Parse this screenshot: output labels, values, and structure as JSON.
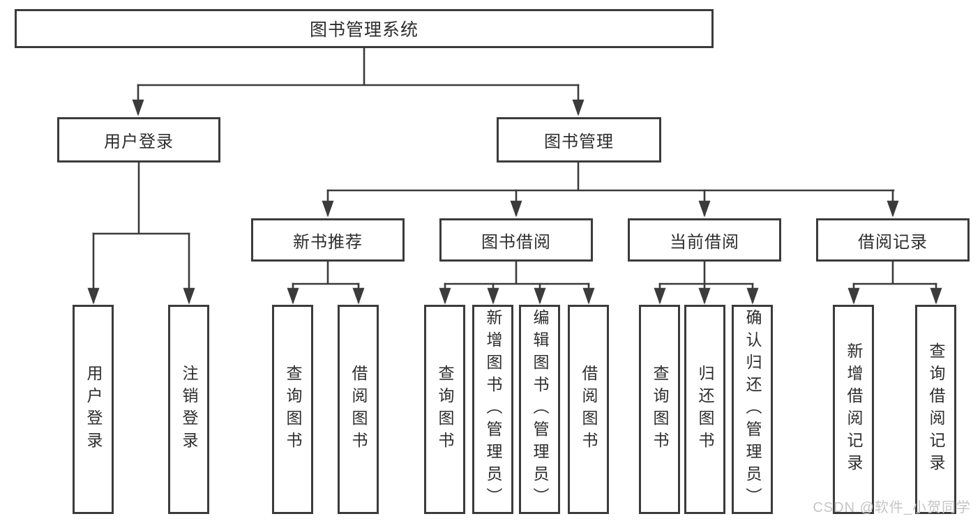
{
  "diagram": {
    "type": "hierarchy-tree",
    "colors": {
      "line": "#3b3b3b",
      "text": "#2d2d2d",
      "background": "#ffffff",
      "watermark": "#c5c5c5"
    },
    "tree": {
      "root": {
        "label": "图书管理系统",
        "children": [
          {
            "label": "用户登录",
            "children": [
              {
                "label": "用户登录"
              },
              {
                "label": "注销登录"
              }
            ]
          },
          {
            "label": "图书管理",
            "children": [
              {
                "label": "新书推荐",
                "children": [
                  {
                    "label": "查询图书"
                  },
                  {
                    "label": "借阅图书"
                  }
                ]
              },
              {
                "label": "图书借阅",
                "children": [
                  {
                    "label": "查询图书"
                  },
                  {
                    "label": "新增图书（管理员）"
                  },
                  {
                    "label": "编辑图书（管理员）"
                  },
                  {
                    "label": "借阅图书"
                  }
                ]
              },
              {
                "label": "当前借阅",
                "children": [
                  {
                    "label": "查询图书"
                  },
                  {
                    "label": "归还图书"
                  },
                  {
                    "label": "确认归还（管理员）"
                  }
                ]
              },
              {
                "label": "借阅记录",
                "children": [
                  {
                    "label": "新增借阅记录"
                  },
                  {
                    "label": "查询借阅记录"
                  }
                ]
              }
            ]
          }
        ]
      }
    }
  },
  "watermark": {
    "text": "CSDN @软件_小贺同学"
  }
}
